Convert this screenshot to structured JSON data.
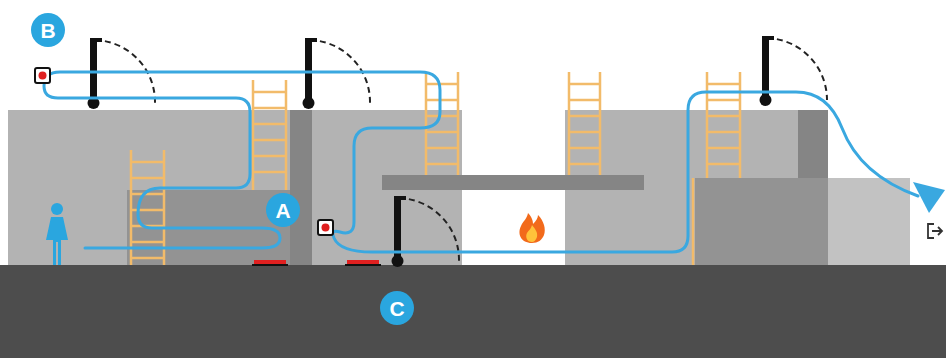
{
  "diagram": {
    "nodes": [
      {
        "text": [
          "B"
        ]
      },
      {
        "text": [
          "A"
        ]
      },
      {
        "text": [
          "C"
        ]
      }
    ]
  }
}
